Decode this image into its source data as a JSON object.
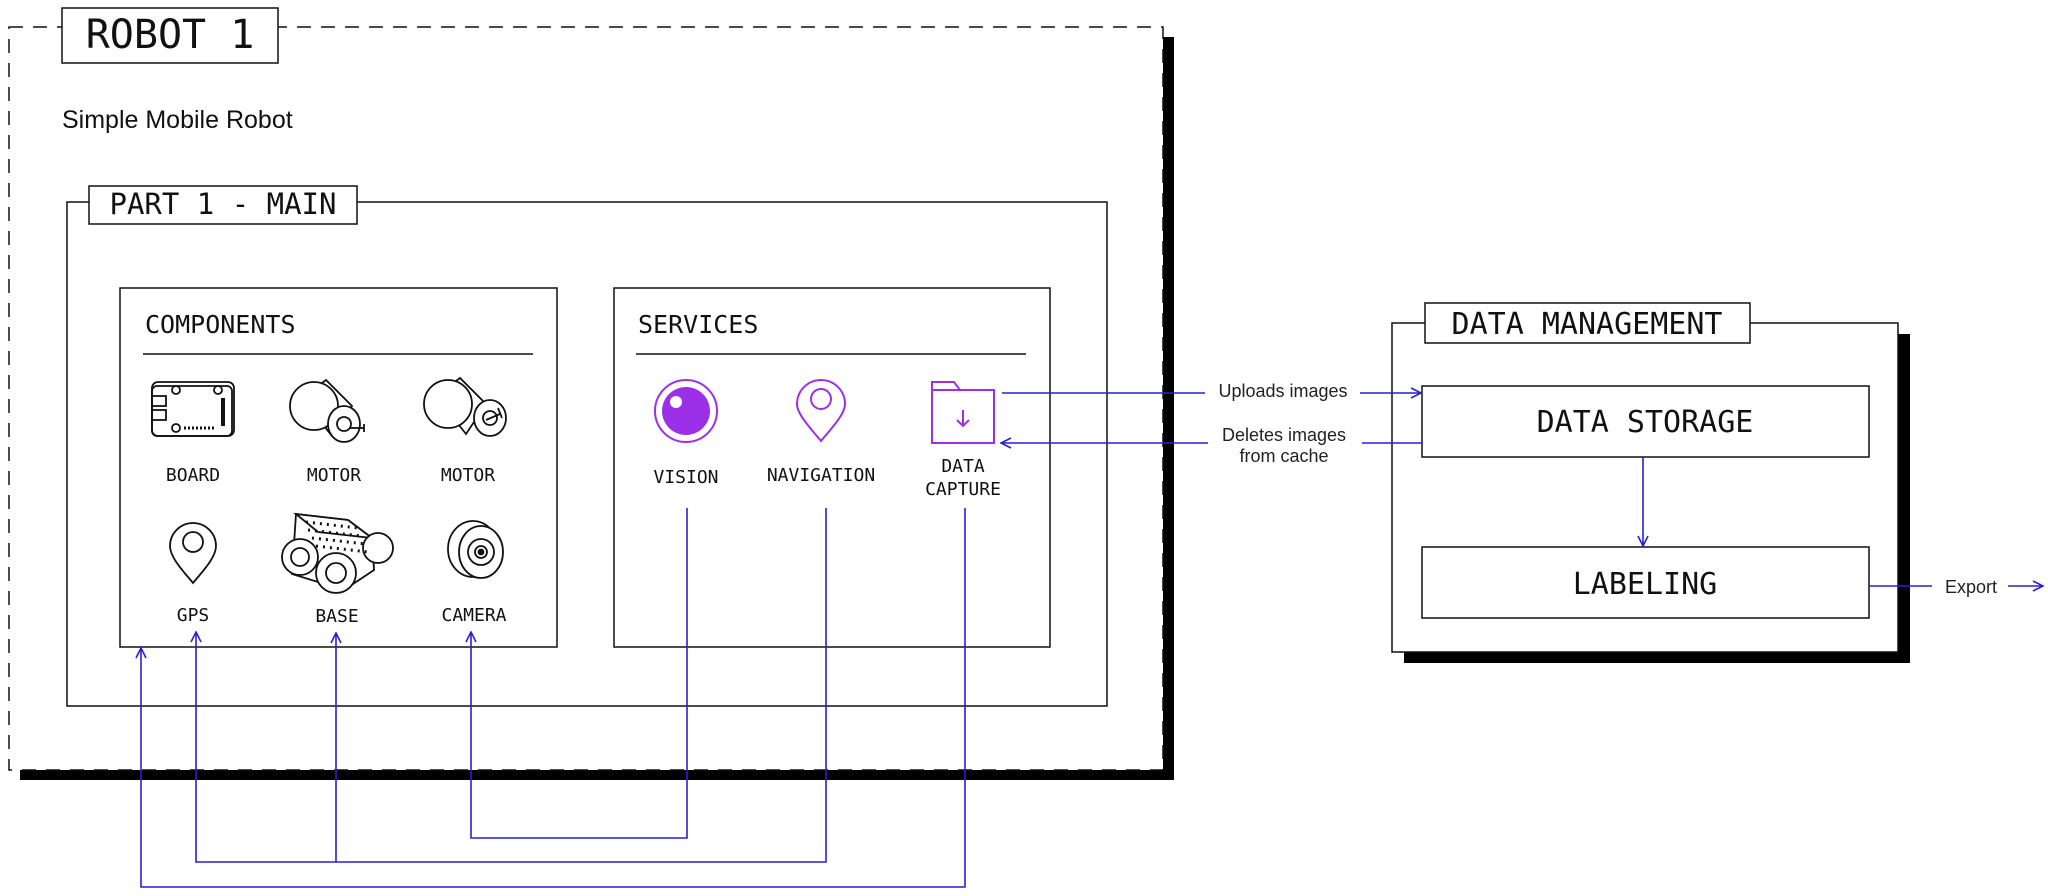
{
  "robot": {
    "title": "ROBOT 1",
    "subtitle": "Simple Mobile Robot",
    "part": {
      "title": "PART 1 - MAIN",
      "components": {
        "heading": "COMPONENTS",
        "items": [
          {
            "label": "BOARD",
            "icon": "board-icon"
          },
          {
            "label": "MOTOR",
            "icon": "motor-icon"
          },
          {
            "label": "MOTOR",
            "icon": "motor-icon"
          },
          {
            "label": "GPS",
            "icon": "location-pin-icon"
          },
          {
            "label": "BASE",
            "icon": "tracked-base-icon"
          },
          {
            "label": "CAMERA",
            "icon": "camera-icon"
          }
        ]
      },
      "services": {
        "heading": "SERVICES",
        "items": [
          {
            "label": "VISION",
            "icon": "eye-icon"
          },
          {
            "label": "NAVIGATION",
            "icon": "location-pin-icon"
          },
          {
            "label_line1": "DATA",
            "label_line2": "CAPTURE",
            "icon": "folder-download-icon"
          }
        ]
      }
    }
  },
  "data_management": {
    "title": "DATA MANAGEMENT",
    "storage": "DATA STORAGE",
    "labeling": "LABELING"
  },
  "edges": {
    "uploads": "Uploads images",
    "deletes_line1": "Deletes images",
    "deletes_line2": "from cache",
    "export": "Export"
  },
  "colors": {
    "wire": "#2a1fd4",
    "service_accent": "#9b30e8",
    "ink": "#111111"
  }
}
